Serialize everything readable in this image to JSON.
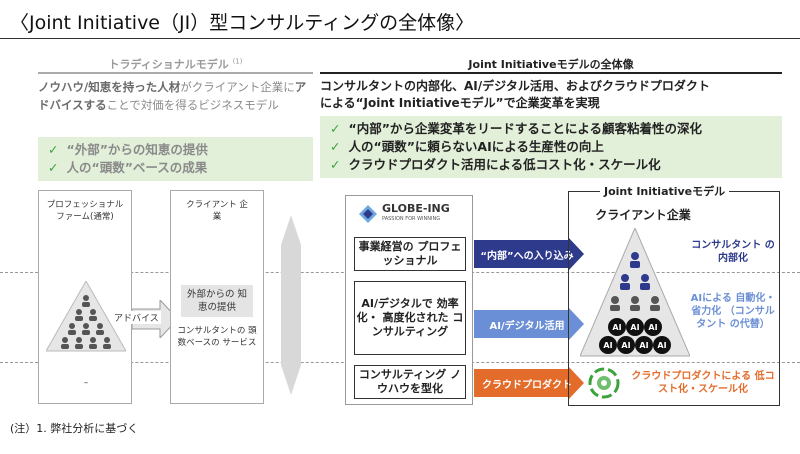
{
  "page_title": "〈Joint Initiative（JI）型コンサルティングの全体像〉",
  "traditional": {
    "heading": "トラディショナルモデル",
    "heading_note": "(1)",
    "desc_bold1": "ノウハウ/知恵を持った人材",
    "desc_text1": "がクライアント企業に",
    "desc_bold2": "アドバイスする",
    "desc_text2": "ことで対価を得るビジネスモデル",
    "checks": [
      "“外部”からの知恵の提供",
      "人の“頭数”ベースの成果"
    ],
    "firm_label": "プロフェッショナル ファーム(通常)",
    "client_label": "クライアント 企業",
    "advice_label": "アドバイス",
    "external_wisdom": "外部からの 知恵の提供",
    "headcount_service": "コンサルタントの 頭数ベースの サービス",
    "bottom_dash": "–"
  },
  "joint": {
    "heading": "Joint Initiativeモデルの全体像",
    "desc_line1": "コンサルタントの内部化、AI/デジタル活用、およびクラウドプロダクト",
    "desc_line2": "による“Joint Initiativeモデル”で企業変革を実現",
    "checks": [
      "“内部”から企業変革をリードすることによる顧客粘着性の深化",
      "人の“頭数”に頼らないAIによる生産性の向上",
      "クラウドプロダクト活用による低コスト化・スケール化"
    ],
    "logo_text": "GLOBE-ING",
    "logo_tagline": "PASSION FOR WINNING",
    "row1_label": "事業経営の プロフェッショナル",
    "row2_label": "AI/デジタルで 効率化・ 高度化された コンサルティング",
    "row3_label": "コンサルティング ノウハウを型化",
    "arrow1": "“内部”への入り込み",
    "arrow2": "AI/デジタル活用",
    "arrow3": "クラウドプロダクト",
    "right_box_title": "Joint Initiativeモデル",
    "client_title": "クライアント企業",
    "internal_label": "コンサルタント の内部化",
    "ai_label": "AIによる 自動化・省力化 （コンサルタント の代替）",
    "cloud_label": "クラウドプロダクトによる 低コスト化・スケール化",
    "ai_node_text": "AI"
  },
  "colors": {
    "navy": "#2e3a8c",
    "blue": "#6b8fd6",
    "orange": "#e46c2a",
    "green_check": "#3aa33a",
    "green_bg": "#e2efd9"
  },
  "footnote": "(注）1. 弊社分析に基づく"
}
